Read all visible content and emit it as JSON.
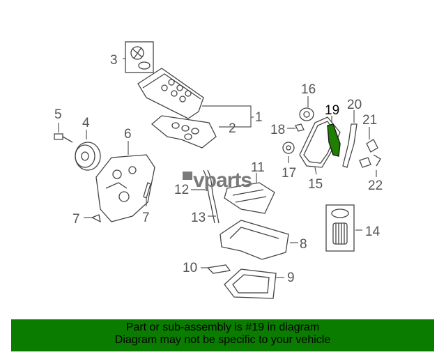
{
  "callouts": {
    "c1": "1",
    "c2": "2",
    "c3": "3",
    "c4": "4",
    "c5": "5",
    "c6": "6",
    "c7a": "7",
    "c7b": "7",
    "c8": "8",
    "c9": "9",
    "c10": "10",
    "c11": "11",
    "c12": "12",
    "c13": "13",
    "c14": "14",
    "c15": "15",
    "c16": "16",
    "c17": "17",
    "c18": "18",
    "c19": "19",
    "c20": "20",
    "c21": "21",
    "c22": "22"
  },
  "highlight": {
    "part_number": "19",
    "color": "#1e7f00"
  },
  "watermark": {
    "brand": "vparts"
  },
  "banner": {
    "line1": "Part or sub-assembly is #19 in diagram",
    "line2": "Diagram may not be specific to your vehicle",
    "background": "#0a7d00"
  }
}
